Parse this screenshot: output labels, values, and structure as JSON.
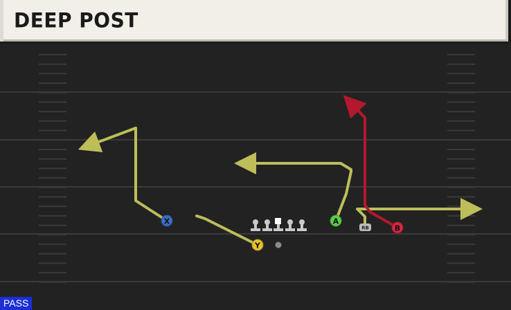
{
  "play": {
    "title": "DEEP POST",
    "mode_badge": "PASS"
  },
  "players": {
    "x": {
      "label": "X",
      "color": "#3d6fc7"
    },
    "y": {
      "label": "Y",
      "color": "#e8c22f"
    },
    "a": {
      "label": "A",
      "color": "#5bd04b"
    },
    "b": {
      "label": "B",
      "color": "#d8293e"
    },
    "rb": {
      "label": "RB"
    }
  },
  "colors": {
    "route_primary": "#bdbe5a",
    "route_hot": "#b4182f",
    "field_bg": "#222222",
    "yard_line": "#3a3a3a",
    "lineman": "#c9c9c9"
  }
}
